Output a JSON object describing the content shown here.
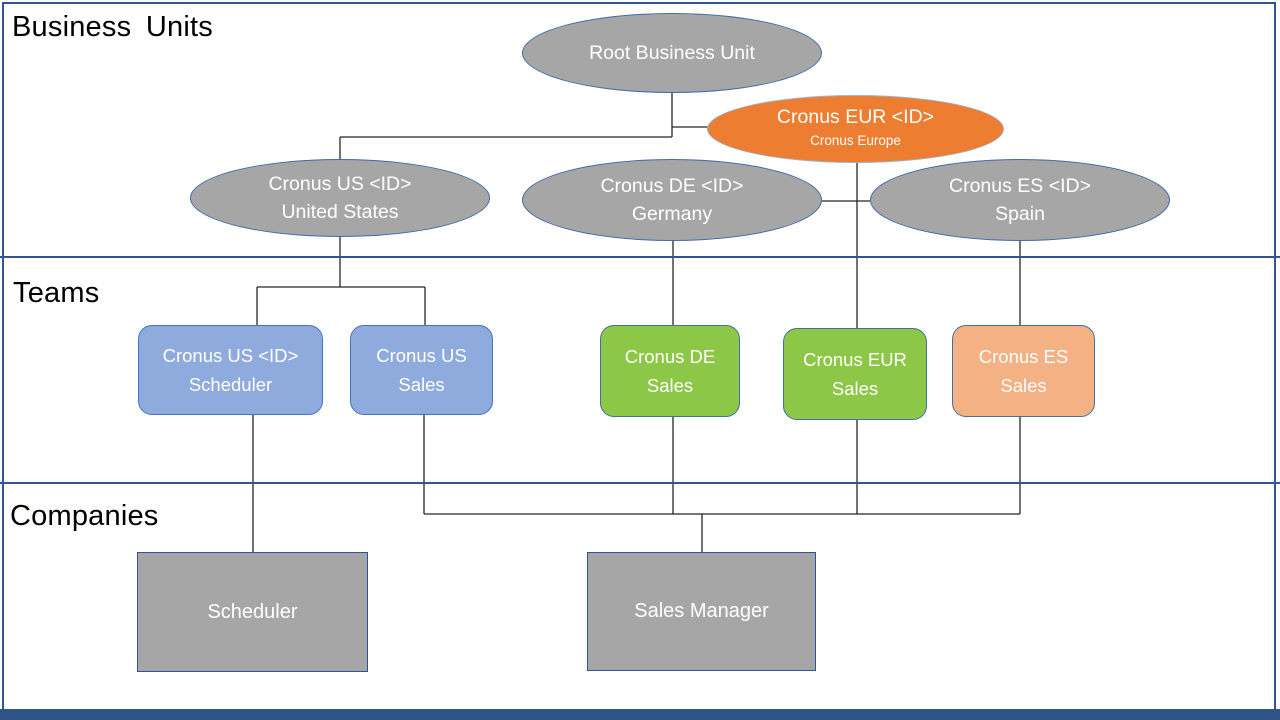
{
  "sections": {
    "business_units": "Business Units",
    "teams": "Teams",
    "companies": "Companies"
  },
  "business_units": {
    "root": {
      "label": "Root Business Unit"
    },
    "eur": {
      "label": "Cronus EUR <ID>",
      "sublabel": "Cronus Europe"
    },
    "us": {
      "label": "Cronus US <ID>",
      "sublabel": "United States"
    },
    "de": {
      "label": "Cronus DE <ID>",
      "sublabel": "Germany"
    },
    "es": {
      "label": "Cronus ES <ID>",
      "sublabel": "Spain"
    }
  },
  "teams": {
    "us_scheduler": {
      "line1": "Cronus US <ID>",
      "line2": "Scheduler"
    },
    "us_sales": {
      "line1": "Cronus US",
      "line2": "Sales"
    },
    "de_sales": {
      "line1": "Cronus DE",
      "line2": "Sales"
    },
    "eur_sales": {
      "line1": "Cronus EUR",
      "line2": "Sales"
    },
    "es_sales": {
      "line1": "Cronus ES",
      "line2": "Sales"
    }
  },
  "companies": {
    "scheduler": {
      "label": "Scheduler"
    },
    "sales_manager": {
      "label": "Sales Manager"
    }
  },
  "colors": {
    "gray_node": "#A6A6A6",
    "orange_node": "#ED7D31",
    "blue_team": "#8FAADC",
    "green_team": "#8CC747",
    "peach_team": "#F4B183",
    "divider_blue": "#2F5597",
    "footer_bar": "#2E5586",
    "connector": "#262626",
    "node_text": "#FFFFFF",
    "section_text": "#000000"
  }
}
